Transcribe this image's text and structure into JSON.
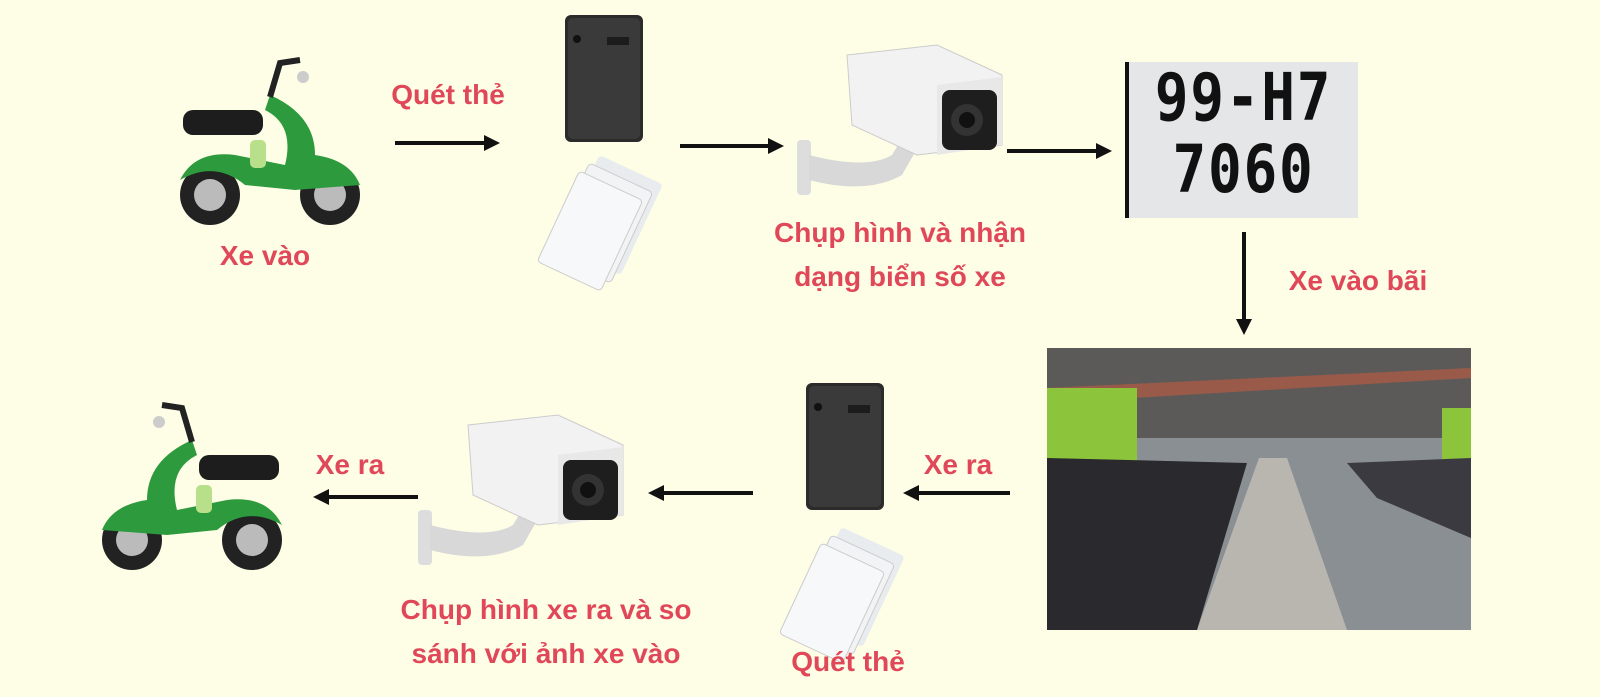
{
  "steps": {
    "entry_vehicle": "Xe vào",
    "entry_scan": "Quét thẻ",
    "entry_capture_line1": "Chụp hình và nhận",
    "entry_capture_line2": "dạng biển số xe",
    "into_lot": "Xe vào bãi",
    "exit_from_lot": "Xe ra",
    "exit_scan": "Quét thẻ",
    "exit_capture_line1": "Chụp hình xe ra và so",
    "exit_capture_line2": "sánh với ảnh xe vào",
    "exit_vehicle": "Xe ra"
  },
  "plate": {
    "line1": "99-H7",
    "line2": "7060"
  },
  "colors": {
    "background": "#fefee6",
    "label": "#e0485a",
    "scooter": "#2e9a3e"
  }
}
